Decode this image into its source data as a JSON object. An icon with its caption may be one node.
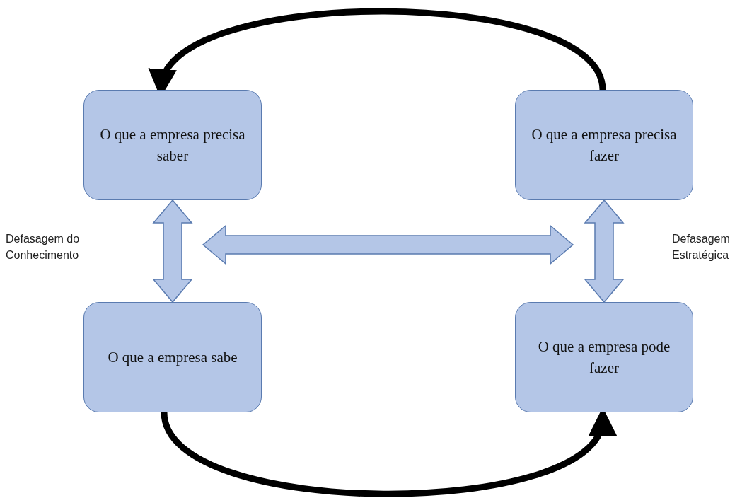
{
  "diagram": {
    "nodes": [
      {
        "text": [
          "O que a empresa precisa saber"
        ]
      },
      {
        "text": [
          "O que a empresa precisa fazer"
        ]
      },
      {
        "text": [
          "O que a empresa sabe"
        ]
      },
      {
        "text": [
          "O que a empresa pode fazer"
        ]
      }
    ],
    "edges": [
      {
        "from": 1,
        "to": 0,
        "arrow": "to",
        "color": "#000000"
      },
      {
        "from": 0,
        "to": 2,
        "arrow": "both",
        "style": "thick"
      },
      {
        "from": 1,
        "to": 3,
        "arrow": "both",
        "style": "thick"
      },
      {
        "from": 2,
        "to": 3,
        "arrow": "to",
        "color": "#000000"
      }
    ],
    "labels": [
      "Defasagem do Conhecimento",
      "Defasagem Estratégica"
    ]
  }
}
